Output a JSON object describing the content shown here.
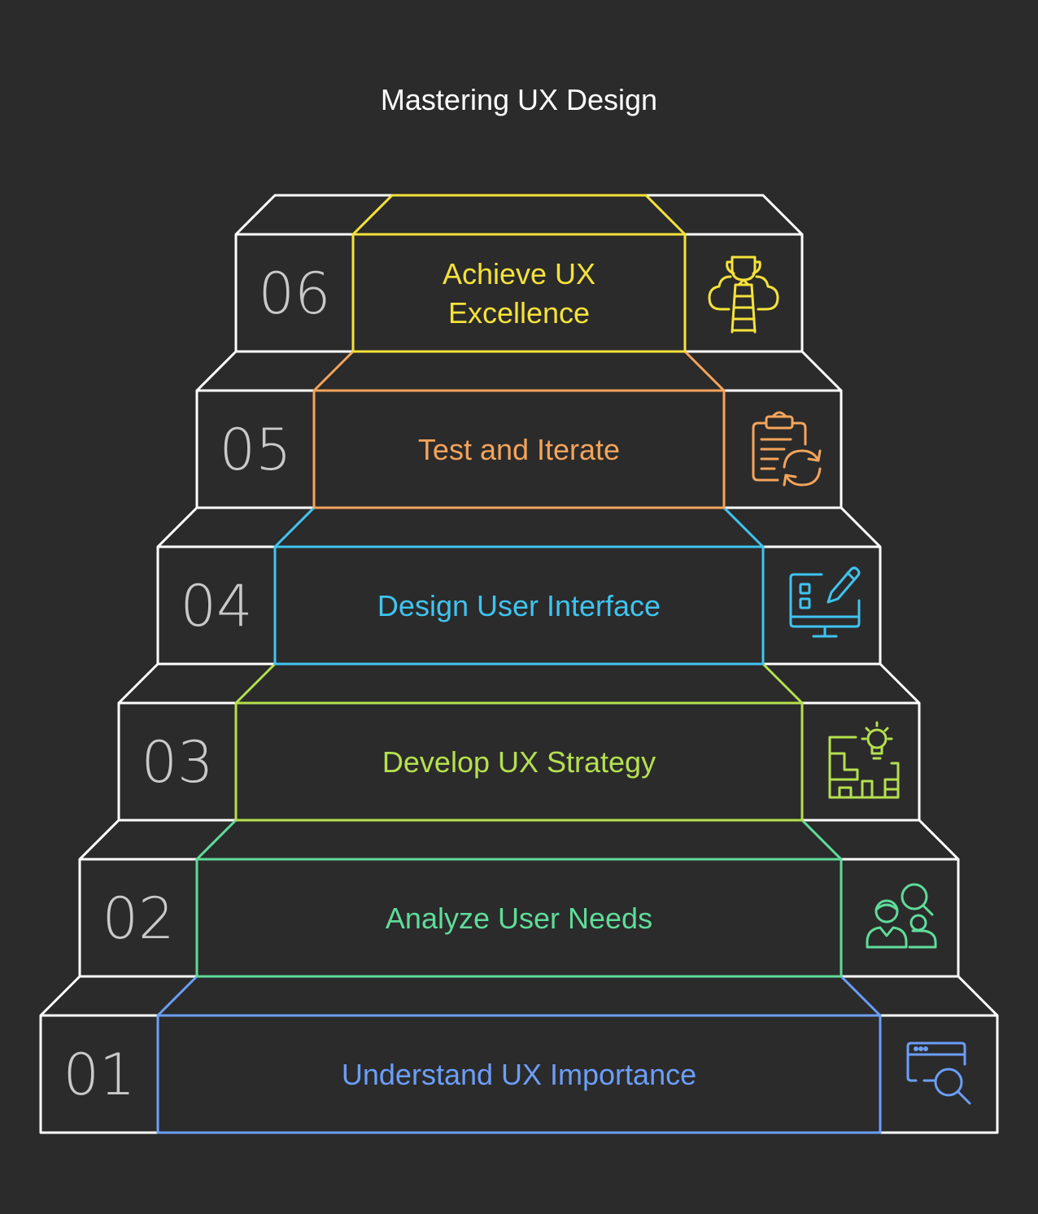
{
  "title": "Mastering UX Design",
  "colors": {
    "background": "#2b2b2b",
    "frame": "#ffffff",
    "number": "#c9c9c9"
  },
  "steps": [
    {
      "number": "01",
      "label_lines": [
        "Understand UX Importance"
      ],
      "color": "#6c9ef8",
      "icon": "browser-search-icon"
    },
    {
      "number": "02",
      "label_lines": [
        "Analyze User Needs"
      ],
      "color": "#5fdc9a",
      "icon": "users-search-icon"
    },
    {
      "number": "03",
      "label_lines": [
        "Develop UX Strategy"
      ],
      "color": "#b5e04f",
      "icon": "strategy-lightbulb-icon"
    },
    {
      "number": "04",
      "label_lines": [
        "Design User Interface"
      ],
      "color": "#3fc4f0",
      "icon": "monitor-pencil-icon"
    },
    {
      "number": "05",
      "label_lines": [
        "Test and Iterate"
      ],
      "color": "#f4a45b",
      "icon": "clipboard-refresh-icon"
    },
    {
      "number": "06",
      "label_lines": [
        "Achieve UX",
        "Excellence"
      ],
      "color": "#f5e23a",
      "icon": "trophy-ladder-icon"
    }
  ]
}
